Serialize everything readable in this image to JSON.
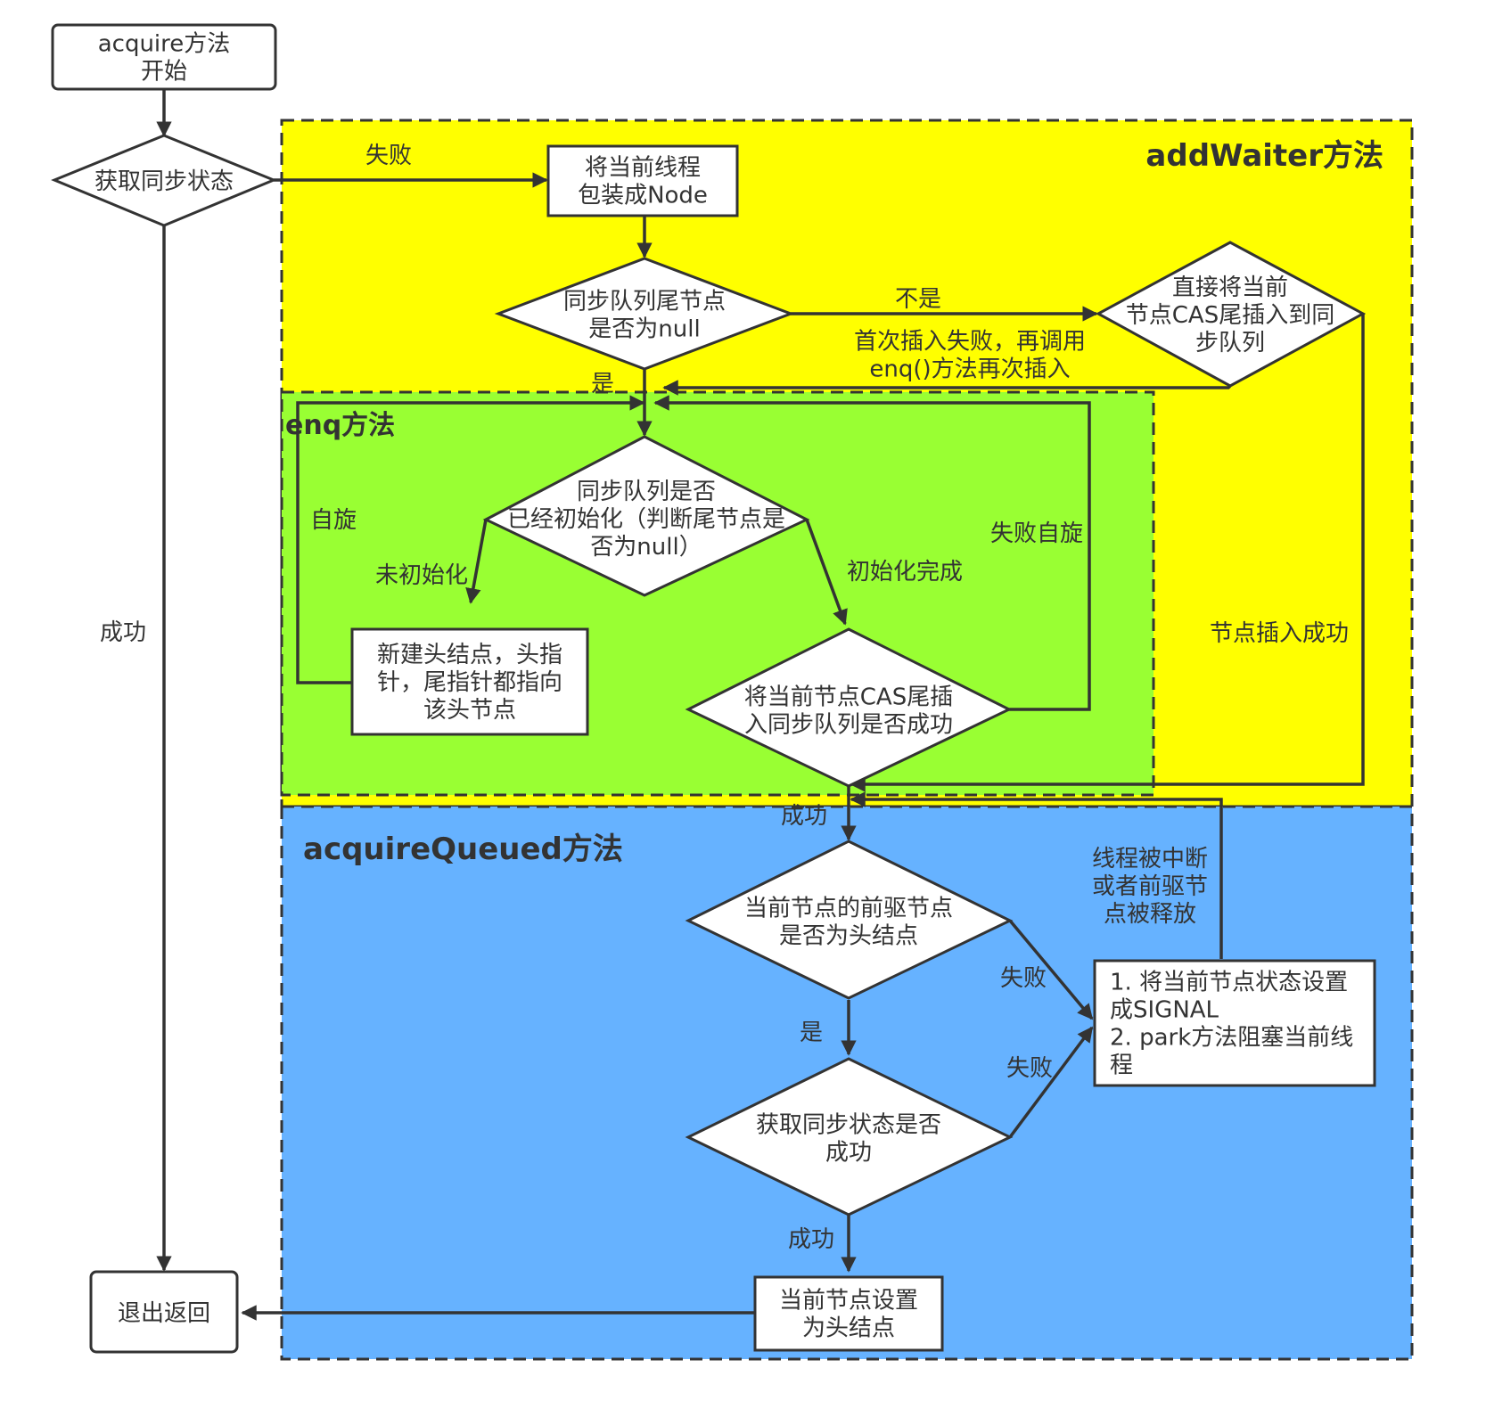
{
  "regions": {
    "add_waiter": {
      "title": "addWaiter方法",
      "color": "#ffff00"
    },
    "enq": {
      "title": "enq方法",
      "color": "#99ff33"
    },
    "acquire_queued": {
      "title": "acquireQueued方法",
      "color": "#66b2ff"
    }
  },
  "nodes": {
    "start": [
      "acquire方法",
      "开始"
    ],
    "try_acquire": [
      "获取同步状态"
    ],
    "wrap_node": [
      "将当前线程",
      "包装成Node"
    ],
    "tail_null": [
      "同步队列尾节点",
      "是否为null"
    ],
    "cas_tail": [
      "直接将当前",
      "节点CAS尾插入到同",
      "步队列"
    ],
    "queue_init": [
      "同步队列是否",
      "已经初始化（判断尾节点是",
      "否为null）"
    ],
    "new_head": [
      "新建头结点，头指",
      "针，尾指针都指向",
      "该头节点"
    ],
    "enq_cas": [
      "将当前节点CAS尾插",
      "入同步队列是否成功"
    ],
    "pred_head": [
      "当前节点的前驱节点",
      "是否为头结点"
    ],
    "try_acquire2": [
      "获取同步状态是否",
      "成功"
    ],
    "set_head": [
      "当前节点设置",
      "为头结点"
    ],
    "exit": [
      "退出返回"
    ],
    "park": [
      "1. 将当前节点状态设置",
      "成SIGNAL",
      "2. park方法阻塞当前线",
      "程"
    ]
  },
  "edge_labels": {
    "fail_top": "失败",
    "not_null": [
      "不是"
    ],
    "enq_retry": [
      "首次插入失败，再调用",
      "enq()方法再次插入"
    ],
    "yes_null": [
      "是"
    ],
    "spin": [
      "自旋"
    ],
    "not_init": [
      "未初始化"
    ],
    "init_done": [
      "初始化完成"
    ],
    "fail_spin": [
      "失败自旋"
    ],
    "insert_ok": [
      "节点插入成功"
    ],
    "success_left": [
      "成功"
    ],
    "success_enq": [
      "成功"
    ],
    "interrupted": [
      "线程被中断",
      "或者前驱节",
      "点被释放"
    ],
    "fail_pred": [
      "失败"
    ],
    "fail_acq": [
      "失败"
    ],
    "yes_pred": [
      "是"
    ],
    "success_acq": [
      "成功"
    ]
  }
}
